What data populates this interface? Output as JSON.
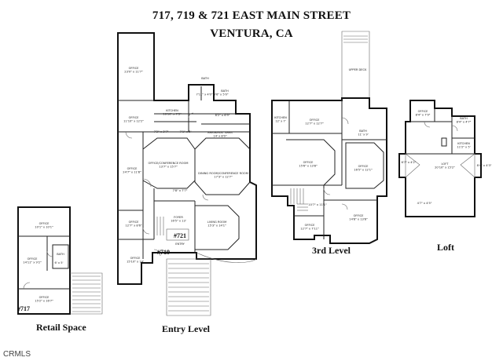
{
  "header": {
    "line1": "717, 719 & 721 EAST MAIN STREET",
    "line2": "VENTURA, CA"
  },
  "levels": {
    "retail": "Retail Space",
    "entry": "Entry Level",
    "third": "3rd Level",
    "loft": "Loft"
  },
  "unit_numbers": {
    "u717": "#717",
    "u719": "#719",
    "u721": "#721"
  },
  "footer": {
    "mls": "CRMLS"
  },
  "rooms": {
    "retail_office_1": [
      "OFFICE",
      "10'1\" x 10'1\""
    ],
    "retail_office_2": [
      "OFFICE",
      "14'11\" x 9'2\""
    ],
    "retail_bath": [
      "BATH",
      ""
    ],
    "retail_dim": [
      "6' x 5'",
      ""
    ],
    "retail_office_3": [
      "OFFICE",
      "15'2\" x 16'7\""
    ],
    "entry_office_top": [
      "OFFICE",
      "23'0\" x 11'7\""
    ],
    "entry_bath1": [
      "BATH",
      ""
    ],
    "entry_bath2": [
      "BATH",
      "7'11\" x 4'0\"  3'6\" x 5'0\""
    ],
    "entry_office_2": [
      "OFFICE",
      "11'10\" x 12'2\""
    ],
    "entry_kitchen": [
      "KITCHEN",
      "16'10\" x 7'3\""
    ],
    "entry_dim_a": [
      "8'2\" x 6'9\"",
      ""
    ],
    "entry_dim_b": [
      "7'2\" x 3'7\"",
      ""
    ],
    "entry_dim_c": [
      "7'1\" x 5'",
      ""
    ],
    "entry_breakfast": [
      "BREAKFAST AREA",
      "14' x 8'0\""
    ],
    "entry_conf_office": [
      "OFFICE/CONFERENCE ROOM",
      "13'7\" x 15'7\""
    ],
    "entry_dining": [
      "DINING ROOM/CONFERENCE ROOM",
      "17'3\" x 12'7\""
    ],
    "entry_office_big": [
      "OFFICE",
      "24'7\" x 11'8\""
    ],
    "entry_dim_d": [
      "7'8\" x 7'7\"",
      ""
    ],
    "entry_foyer": [
      "FOYER",
      "16'5\" x 13'"
    ],
    "entry_living": [
      "LIVING ROOM",
      "15'3\" x 14'1\""
    ],
    "entry_office_mid": [
      "OFFICE",
      "12'7\" x 8'6\""
    ],
    "entry_entry": [
      "ENTRY",
      ""
    ],
    "entry_office_bottom": [
      "OFFICE",
      "15'10\" x 14'"
    ],
    "third_upper_deck": [
      "UPPER DECK",
      ""
    ],
    "third_kitchen": [
      "KITCHEN",
      "12' x 7'"
    ],
    "third_office_1": [
      "OFFICE",
      "12'7\" x 12'7\""
    ],
    "third_bath": [
      "BATH",
      "11' x 9'"
    ],
    "third_office_2": [
      "OFFICE",
      "15'6\" x 13'8\""
    ],
    "third_office_3": [
      "OFFICE",
      "16'5\" x 12'1\""
    ],
    "third_dim": [
      "10'7\" x 11'1\"",
      ""
    ],
    "third_office_4": [
      "OFFICE",
      "12'7\" x 7'11\""
    ],
    "third_office_5": [
      "OFFICE",
      "14'8\" x 13'8\""
    ],
    "loft_office": [
      "OFFICE",
      "8'4\" x 7'9\""
    ],
    "loft_bath": [
      "BATH",
      "8'4\" x 4'7\""
    ],
    "loft_kitchen": [
      "KITCHEN",
      "11'2\" x 5'"
    ],
    "loft_loft": [
      "LOFT",
      "20'10\" x 15'2\""
    ],
    "loft_dim_a": [
      "6'7\" x 4'2\"",
      ""
    ],
    "loft_dim_b": [
      "8'4\" x 4'3\"",
      ""
    ],
    "loft_dim_c": [
      "4'7\" x 4'5\"",
      ""
    ]
  }
}
